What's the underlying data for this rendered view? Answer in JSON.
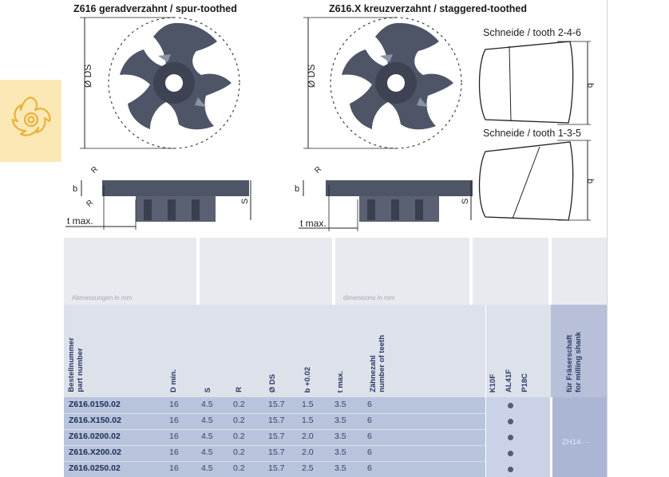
{
  "titles": {
    "spur": "Z616 geradverzahnt / spur-toothed",
    "staggered": "Z616.X kreuzverzahnt / staggered-toothed"
  },
  "notes": {
    "tooth_246": "Schneide / tooth 2-4-6",
    "tooth_135": "Schneide / tooth 1-3-5"
  },
  "dims": {
    "ds": "Ø DS",
    "b": "b",
    "s": "S",
    "r": "R",
    "tmax": "t max."
  },
  "captions": {
    "mm_de": "Abmessungen in mm",
    "mm_en": "dimensions in mm"
  },
  "headers": {
    "part": [
      "Bestellnummer",
      "part number"
    ],
    "dmin": "D min.",
    "s": "S",
    "r": "R",
    "ds": "Ø DS",
    "b": "b +0.02",
    "tmax": "t max.",
    "teeth": [
      "Zähnezahl",
      "number of teeth"
    ],
    "grades": [
      "K10F",
      "AL41F",
      "P18C"
    ],
    "shank": [
      "für Fräserschaft",
      "for milling shank"
    ]
  },
  "rows": [
    {
      "part": "Z616.0150.02",
      "dmin": "16",
      "s": "4.5",
      "r": "0.2",
      "ds": "15.7",
      "b": "1.5",
      "tmax": "3.5",
      "teeth": "6"
    },
    {
      "part": "Z616.X150.02",
      "dmin": "16",
      "s": "4.5",
      "r": "0.2",
      "ds": "15.7",
      "b": "1.5",
      "tmax": "3.5",
      "teeth": "6"
    },
    {
      "part": "Z616.0200.02",
      "dmin": "16",
      "s": "4.5",
      "r": "0.2",
      "ds": "15.7",
      "b": "2.0",
      "tmax": "3.5",
      "teeth": "6"
    },
    {
      "part": "Z616.X200.02",
      "dmin": "16",
      "s": "4.5",
      "r": "0.2",
      "ds": "15.7",
      "b": "2.0",
      "tmax": "3.5",
      "teeth": "6"
    },
    {
      "part": "Z616.0250.02",
      "dmin": "16",
      "s": "4.5",
      "r": "0.2",
      "ds": "15.7",
      "b": "2.5",
      "tmax": "3.5",
      "teeth": "6"
    }
  ],
  "shank_value": "ZH14.···",
  "colors": {
    "tab": "#fbe8b5",
    "table": "#b8c4dc",
    "header": "#dde1ea",
    "tool": "#4e5566"
  }
}
